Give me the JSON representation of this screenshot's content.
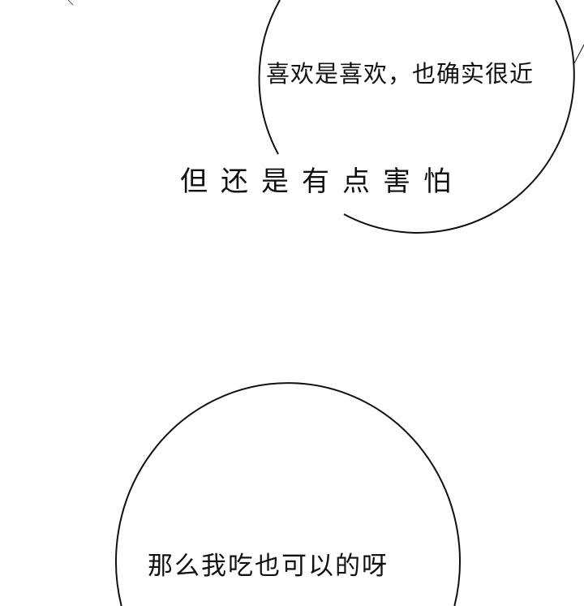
{
  "panel": {
    "bubble_top_text": "喜欢是喜欢，也确实很近",
    "narration_text": "但还是有点害怕",
    "bubble_bottom_text": "那么我吃也可以的呀",
    "colors": {
      "background": "#ffffff",
      "ink": "#111111"
    }
  }
}
